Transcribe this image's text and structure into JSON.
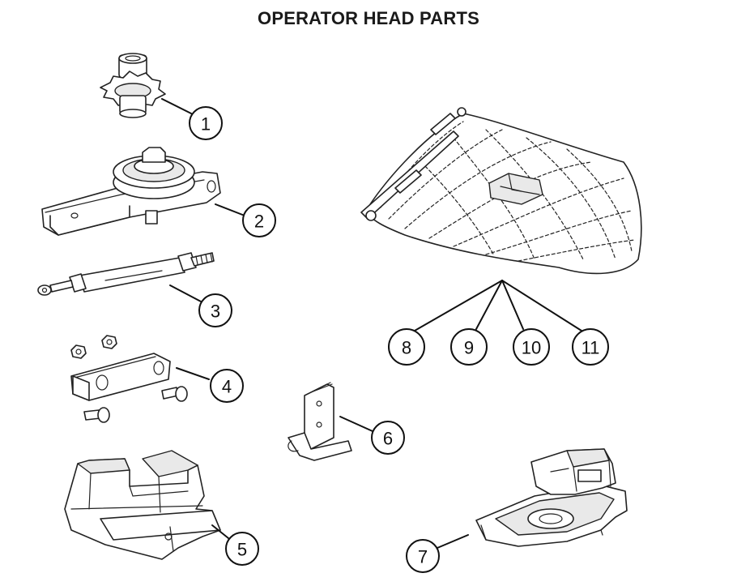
{
  "title": "OPERATOR HEAD PARTS",
  "parts": [
    {
      "number": "1",
      "icon": "drive-sprocket-icon"
    },
    {
      "number": "2",
      "icon": "idler-pulley-bracket-icon"
    },
    {
      "number": "3",
      "icon": "chain-tensioner-rod-icon"
    },
    {
      "number": "4",
      "icon": "bracket-with-nuts-and-screws-icon"
    },
    {
      "number": "5",
      "icon": "trolley-carriage-icon"
    },
    {
      "number": "6",
      "icon": "hinge-clip-icon"
    },
    {
      "number": "7",
      "icon": "chain-guide-base-icon"
    },
    {
      "number": "8",
      "icon": "chain-assembly-icon"
    },
    {
      "number": "9",
      "icon": "chain-assembly-icon"
    },
    {
      "number": "10",
      "icon": "chain-assembly-icon"
    },
    {
      "number": "11",
      "icon": "chain-assembly-icon"
    }
  ]
}
